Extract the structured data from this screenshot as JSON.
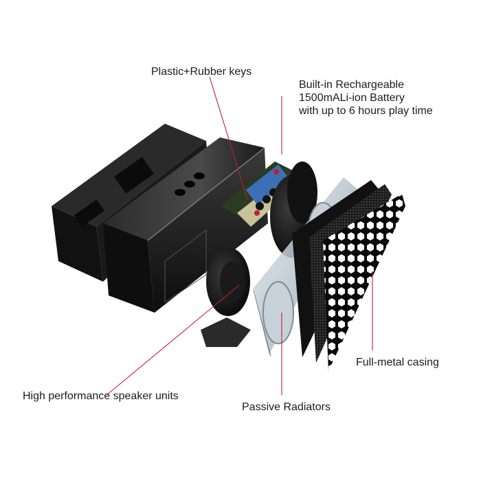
{
  "callouts": {
    "keys": "Plastic+Rubber keys",
    "battery": [
      "Built-in Rechargeable",
      "1500mALi-ion Battery",
      "with up to 6 hours play time"
    ],
    "casing": "Full-metal casing",
    "speaker": "High performance speaker units",
    "radiators": "Passive Radiators"
  },
  "colors": {
    "leader_line": "#c0202a",
    "label_text": "#1b1b1b",
    "background": "#ffffff"
  }
}
